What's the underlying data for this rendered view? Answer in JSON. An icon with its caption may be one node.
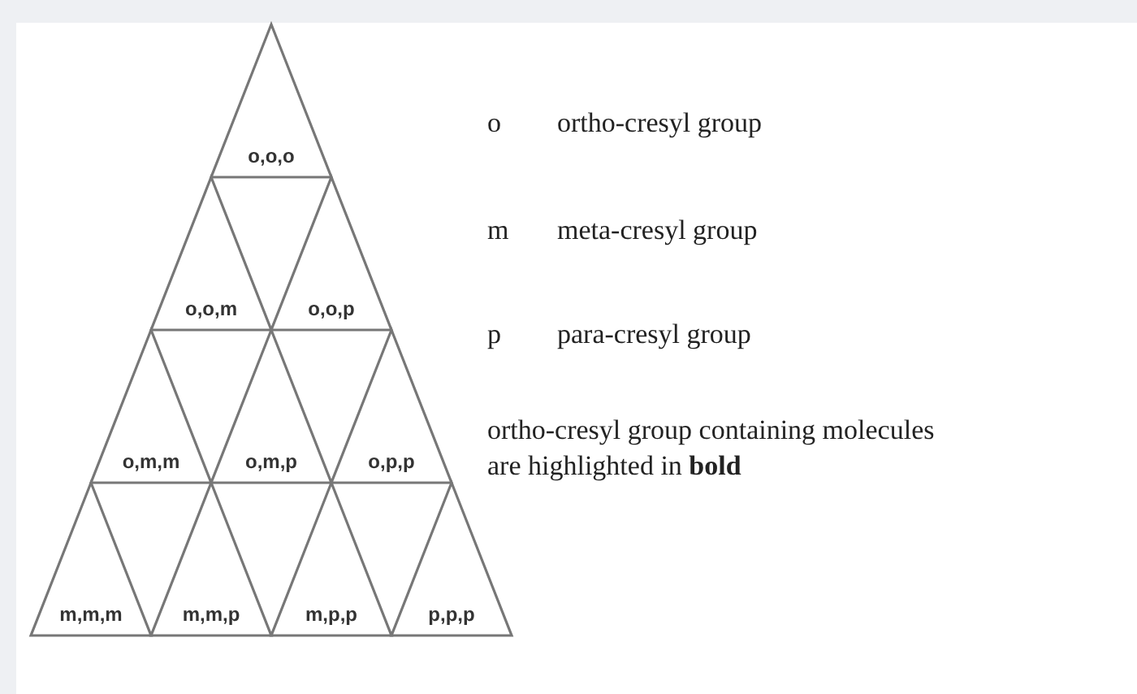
{
  "diagram": {
    "nodes": [
      {
        "text": [
          "o,o,o"
        ]
      },
      {
        "text": [
          "o,o,m"
        ]
      },
      {
        "text": [
          "o,o,p"
        ]
      },
      {
        "text": [
          "o,m,m"
        ]
      },
      {
        "text": [
          "o,m,p"
        ]
      },
      {
        "text": [
          "o,p,p"
        ]
      },
      {
        "text": [
          "m,m,m"
        ]
      },
      {
        "text": [
          "m,m,p"
        ]
      },
      {
        "text": [
          "m,p,p"
        ]
      },
      {
        "text": [
          "p,p,p"
        ]
      }
    ],
    "labels": [
      "o",
      "ortho-cresyl group",
      "m",
      "meta-cresyl group",
      "p",
      "para-cresyl group",
      "ortho-cresyl group containing molecules are highlighted in **bold**"
    ]
  }
}
